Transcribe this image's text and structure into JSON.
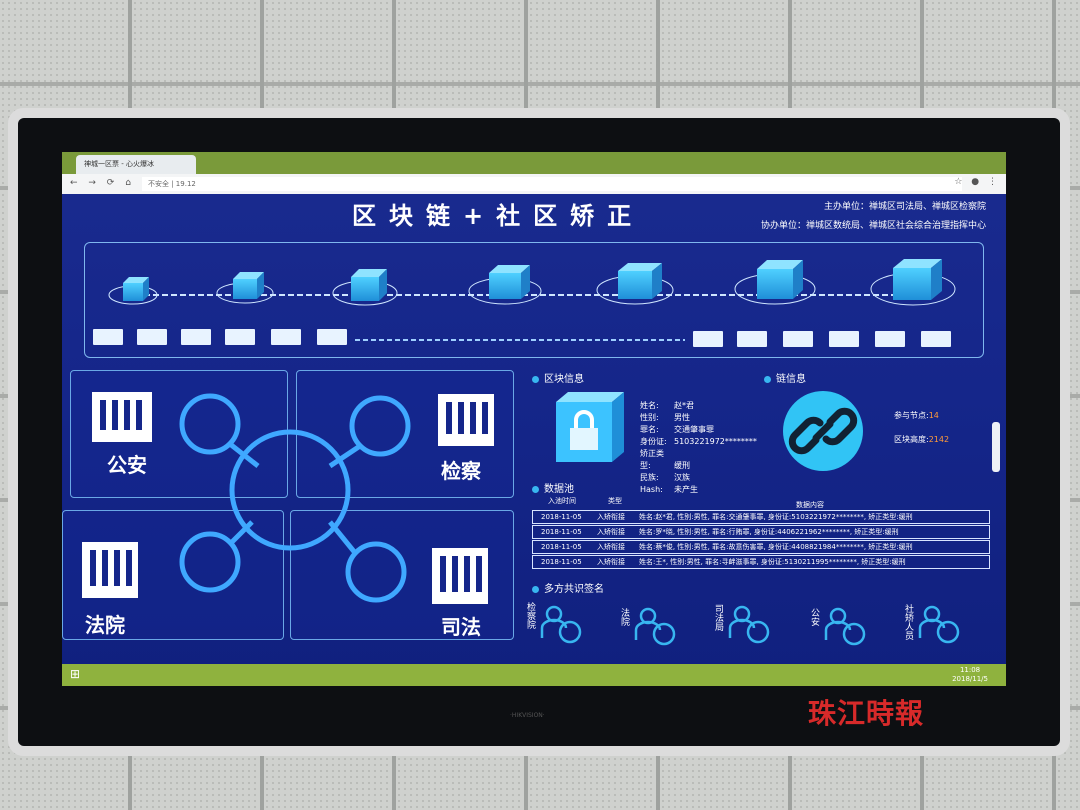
{
  "browser": {
    "tab_title": "神城一区票 - 心火爆冰",
    "url": "不安全 | 19.12",
    "nav_icons": "← → ⟳ ⌂",
    "menu_icons": "☆ ● ⋮"
  },
  "header": {
    "title": "区块链+社区矫正",
    "organizer": "主办单位：禅城区司法局、禅城区检察院",
    "co_organizer": "协办单位：禅城区数统局、禅城区社会综合治理指挥中心"
  },
  "quadrants": [
    {
      "label": "公安"
    },
    {
      "label": "检察"
    },
    {
      "label": "法院"
    },
    {
      "label": "司法"
    }
  ],
  "block_info": {
    "title": "区块信息",
    "fields": [
      {
        "key": "姓名:",
        "value": "赵*君"
      },
      {
        "key": "性别:",
        "value": "男性"
      },
      {
        "key": "罪名:",
        "value": "交通肇事罪"
      },
      {
        "key": "身份证:",
        "value": "5103221972********"
      },
      {
        "key": "矫正类型:",
        "value": "缓刑"
      },
      {
        "key": "民族:",
        "value": "汉族"
      },
      {
        "key": "Hash:",
        "value": "未产生"
      }
    ]
  },
  "chain_info": {
    "title": "链信息",
    "nodes_label": "参与节点:",
    "nodes_value": "14",
    "height_label": "区块高度:",
    "height_value": "2142"
  },
  "data_pool": {
    "title": "数据池",
    "headers": {
      "time": "入池时间",
      "type": "类型",
      "content": "数据内容"
    },
    "rows": [
      {
        "date": "2018-11-05",
        "type": "入矫衔接",
        "content": "姓名:赵*君, 性别:男性, 罪名:交通肇事罪, 身份证:5103221972********, 矫正类型:缓刑"
      },
      {
        "date": "2018-11-05",
        "type": "入矫衔接",
        "content": "姓名:罗*晓, 性别:男性, 罪名:行贿罪, 身份证:4406221962********, 矫正类型:缓刑"
      },
      {
        "date": "2018-11-05",
        "type": "入矫衔接",
        "content": "姓名:蔡*俊, 性别:男性, 罪名:故意伤害罪, 身份证:4408821984********, 矫正类型:缓刑"
      },
      {
        "date": "2018-11-05",
        "type": "入矫衔接",
        "content": "姓名:王*, 性别:男性, 罪名:寻衅滋事罪, 身份证:5130211995********, 矫正类型:缓刑"
      }
    ]
  },
  "signatures": {
    "title": "多方共识签名",
    "items": [
      "检察院",
      "法院",
      "司法局",
      "公安",
      "社矫人员"
    ]
  },
  "taskbar": {
    "time": "11:08",
    "date": "2018/11/5"
  },
  "watermark": "珠江時報",
  "monitor_brand": "·HIKVISION·",
  "colors": {
    "screen": "#15268a",
    "accent": "#38b6f0",
    "highlight": "#ff9a3a",
    "taskbar": "#8fb23e"
  }
}
